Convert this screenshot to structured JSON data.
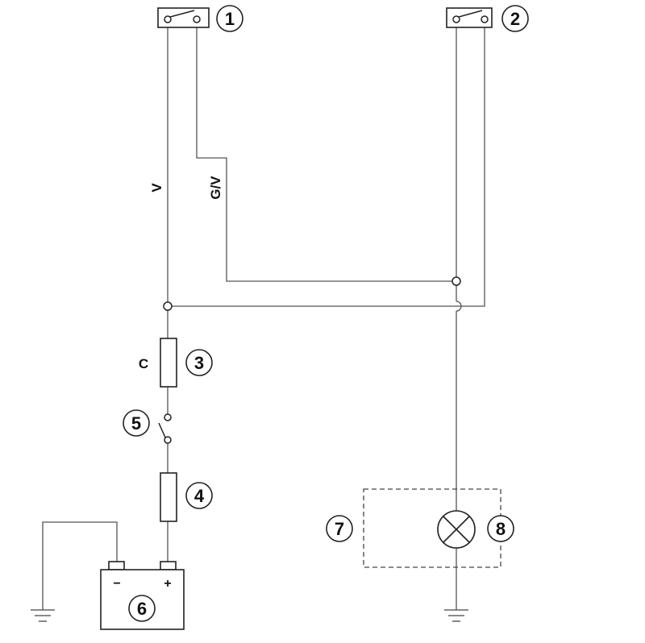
{
  "callouts": {
    "n1": "1",
    "n2": "2",
    "n3": "3",
    "n4": "4",
    "n5": "5",
    "n6": "6",
    "n7": "7",
    "n8": "8"
  },
  "wire_labels": {
    "v": "V",
    "gv": "G/V",
    "c": "C"
  },
  "battery": {
    "minus": "−",
    "plus": "+"
  }
}
